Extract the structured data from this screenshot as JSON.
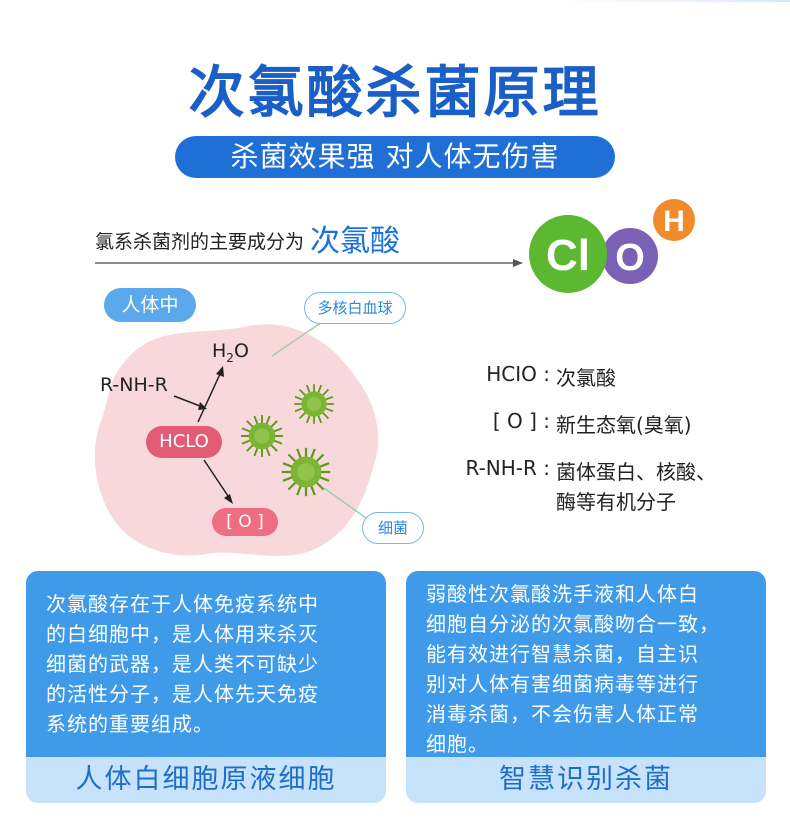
{
  "title": "次氯酸杀菌原理",
  "subtitle": "杀菌效果强  对人体无伤害",
  "intro": {
    "text": "氯系杀菌剂的主要成分为",
    "highlight": "次氯酸"
  },
  "molecule": {
    "cl": "Cl",
    "o": "O",
    "h": "H"
  },
  "diagram": {
    "in_body": "人体中",
    "white_cell_label": "多核白血球",
    "bacteria_label": "细菌",
    "water_h": "H",
    "water_sub": "2",
    "water_o": "O",
    "rnhr": "R-NH-R",
    "hclo": "HCLO",
    "o_radical": "[ O ]"
  },
  "legend": [
    {
      "key": "HCIO :",
      "value": "次氯酸"
    },
    {
      "key": "[ O ] :",
      "value": "新生态氧(臭氧)"
    },
    {
      "key": "R-NH-R :",
      "value": "菌体蛋白、核酸、",
      "value2": "酶等有机分子"
    }
  ],
  "left_box": {
    "lines": [
      "次氯酸存在于人体免疫系统中",
      "的白细胞中，是人体用来杀灭",
      "细菌的武器，是人类不可缺少",
      "的活性分子，是人体先天免疫",
      "系统的重要组成。"
    ],
    "footer": "人体白细胞原液细胞"
  },
  "right_box": {
    "lines": [
      "弱酸性次氯酸洗手液和人体白",
      "细胞自分泌的次氯酸吻合一致，",
      "能有效进行智慧杀菌，自主识",
      "别对人体有害细菌病毒等进行",
      "消毒杀菌，不会伤害人体正常",
      "细胞。"
    ],
    "footer": "智慧识别杀菌"
  },
  "colors": {
    "title": "#1a5fc8",
    "subtitle_bg": "#1f6fd6",
    "cl": "#5cb830",
    "o": "#7b61b6",
    "h": "#f08a2a",
    "hclo_badge": "#e15c74",
    "box_bg": "#3f9bea",
    "box_footer_bg": "#c7e3fb",
    "bacteria": "#6fa82a"
  }
}
